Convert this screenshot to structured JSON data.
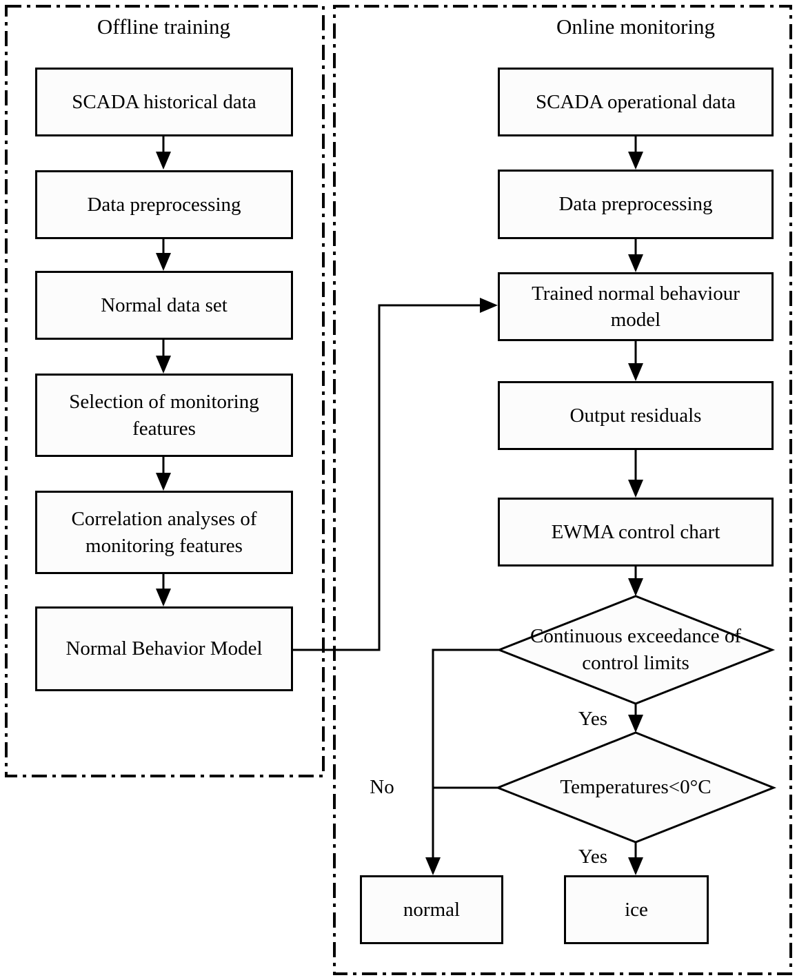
{
  "colors": {
    "ink": "#000000",
    "node_fill": "#fcfcfc",
    "background": "#ffffff"
  },
  "offline": {
    "title": "Offline training",
    "steps": [
      "SCADA historical data",
      "Data preprocessing",
      "Normal data set",
      "Selection of monitoring features",
      "Correlation analyses of monitoring features",
      "Normal Behavior Model"
    ]
  },
  "online": {
    "title": "Online monitoring",
    "steps": [
      "SCADA operational data",
      "Data preprocessing",
      "Trained normal behaviour model",
      "Output residuals",
      "EWMA control chart"
    ],
    "decisions": [
      "Continuous exceedance of control limits",
      "Temperatures<0°C"
    ],
    "outcomes": [
      "normal",
      "ice"
    ],
    "edge_labels": {
      "yes_exceedance": "Yes",
      "no": "No",
      "yes_temperature": "Yes"
    }
  }
}
